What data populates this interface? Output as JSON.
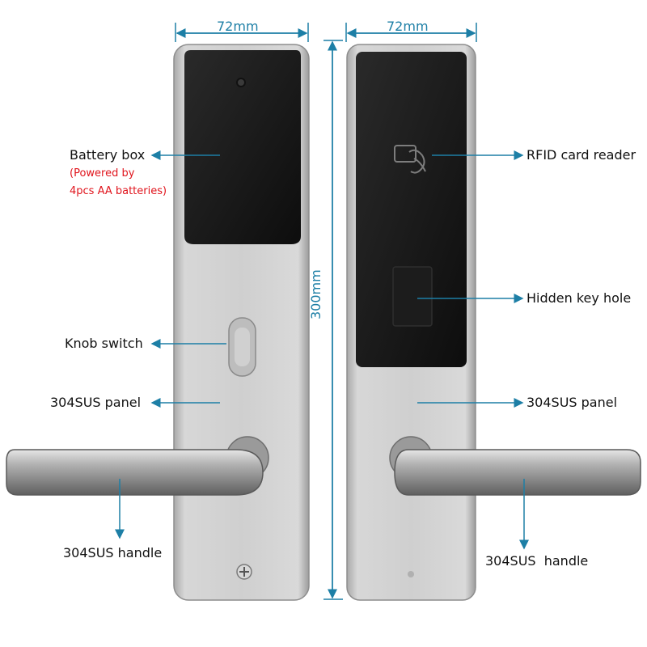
{
  "dimensions": {
    "left_width": "72mm",
    "right_width": "72mm",
    "height": "300mm"
  },
  "labels": {
    "battery_box": "Battery box",
    "battery_note_line1": "(Powered by",
    "battery_note_line2": "4pcs AA batteries)",
    "knob_switch": "Knob switch",
    "panel_left": "304SUS panel",
    "handle_left": "304SUS handle",
    "rfid_reader": "RFID card reader",
    "hidden_key_hole": "Hidden key hole",
    "panel_right": "304SUS panel",
    "handle_right": "304SUS  handle"
  },
  "colors": {
    "arrow": "#1d7fa6",
    "note_text": "#e0141c",
    "steel": "#c9c9c9",
    "black_module": "#141414"
  }
}
